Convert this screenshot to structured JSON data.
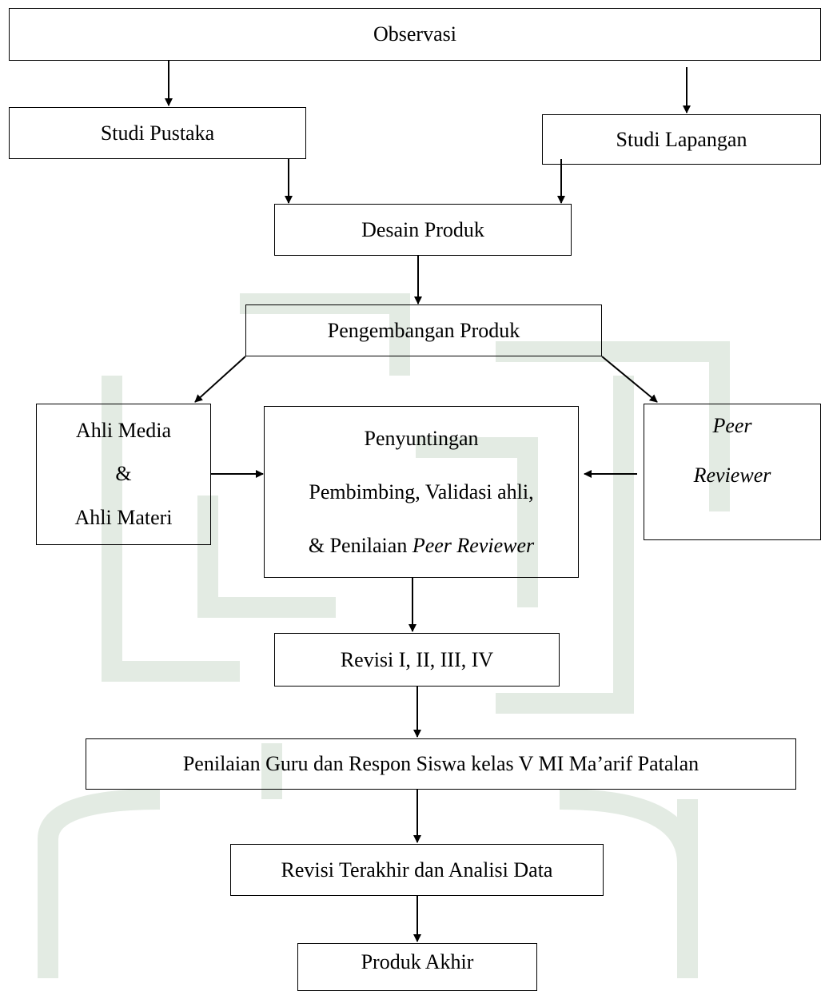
{
  "diagram": {
    "observasi": "Observasi",
    "studi_pustaka": "Studi Pustaka",
    "studi_lapangan": "Studi Lapangan",
    "desain_produk": "Desain Produk",
    "pengembangan_produk": "Pengembangan Produk",
    "ahli": {
      "line1": "Ahli Media",
      "line2": "&",
      "line3": "Ahli Materi"
    },
    "penyuntingan": {
      "line1": "Penyuntingan",
      "line2": "Pembimbing, Validasi ahli,",
      "line3_prefix": "& Penilaian ",
      "line3_italic": "Peer Reviewer"
    },
    "peer": {
      "line1": "Peer",
      "line2": "Reviewer"
    },
    "revisi": "Revisi I, II, III, IV",
    "penilaian": "Penilaian Guru dan Respon Siswa kelas V MI Ma’arif Patalan",
    "revisi_terakhir": "Revisi Terakhir dan Analisi Data",
    "produk_akhir": "Produk Akhir"
  },
  "colors": {
    "line": "#000000",
    "watermark": "#dfe8df"
  }
}
